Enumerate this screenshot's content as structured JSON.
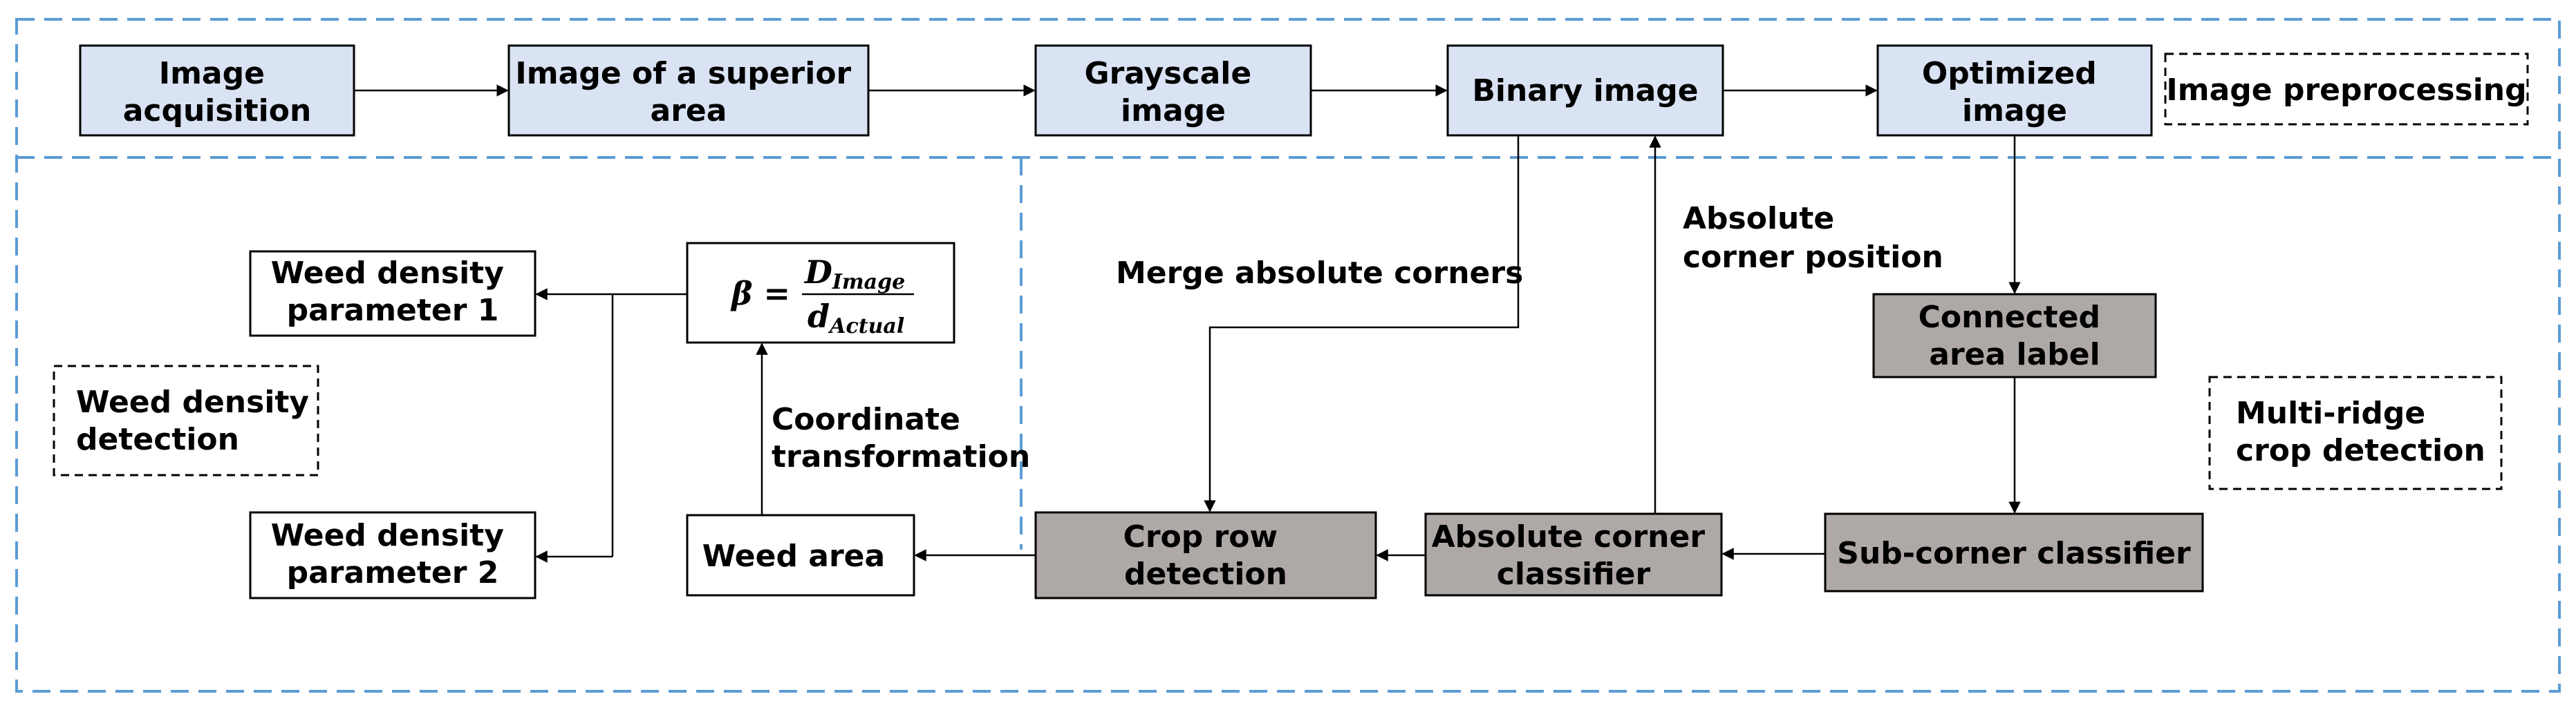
{
  "colors": {
    "blue_box_fill": "#dae3f3",
    "gray_box_fill": "#aea9a6",
    "white_box_fill": "#ffffff",
    "region_border": "#5b9bd5",
    "line": "#000000"
  },
  "nodes": {
    "image_acquisition": [
      "Image",
      "acquisition"
    ],
    "superior_area": [
      "Image of a superior",
      "area"
    ],
    "grayscale": [
      "Grayscale",
      "image"
    ],
    "binary": [
      "Binary image"
    ],
    "optimized": [
      "Optimized",
      "image"
    ],
    "connected_area": [
      "Connected",
      "area label"
    ],
    "sub_corner": [
      "Sub-corner classifier"
    ],
    "absolute_corner": [
      "Absolute corner",
      "classifier"
    ],
    "crop_row": [
      "Crop row",
      "detection"
    ],
    "weed_area": [
      "Weed area"
    ],
    "density_1": [
      "Weed density",
      "parameter 1"
    ],
    "density_2": [
      "Weed density",
      "parameter 2"
    ]
  },
  "formula": {
    "lhs": "β =",
    "num_main": "D",
    "num_sub": "Image",
    "den_main": "d",
    "den_sub": "Actual"
  },
  "labels": {
    "image_preprocessing": [
      "Image preprocessing"
    ],
    "multi_ridge": [
      "Multi-ridge",
      "crop detection"
    ],
    "weed_density_detection": [
      "Weed density",
      "detection"
    ],
    "merge_absolute_corners": [
      "Merge absolute corners"
    ],
    "absolute_corner_position": [
      "Absolute",
      "corner position"
    ],
    "coordinate_transformation": [
      "Coordinate",
      "transformation"
    ]
  }
}
